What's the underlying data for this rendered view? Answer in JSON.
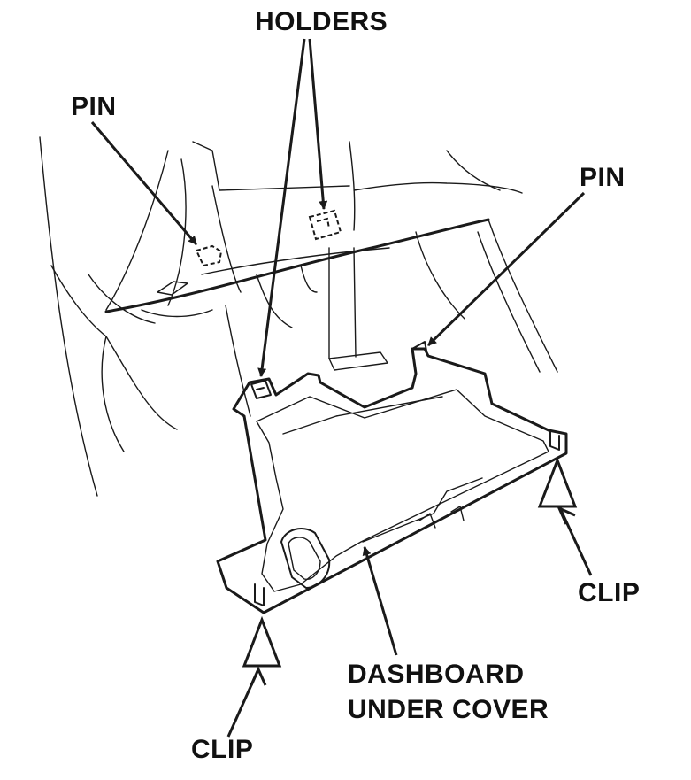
{
  "labels": {
    "holders": "HOLDERS",
    "pin_left": "PIN",
    "pin_right": "PIN",
    "clip_right": "CLIP",
    "clip_bottom": "CLIP",
    "part_line1": "DASHBOARD",
    "part_line2": "UNDER COVER"
  },
  "colors": {
    "line": "#1a1a1a",
    "background": "#ffffff"
  }
}
